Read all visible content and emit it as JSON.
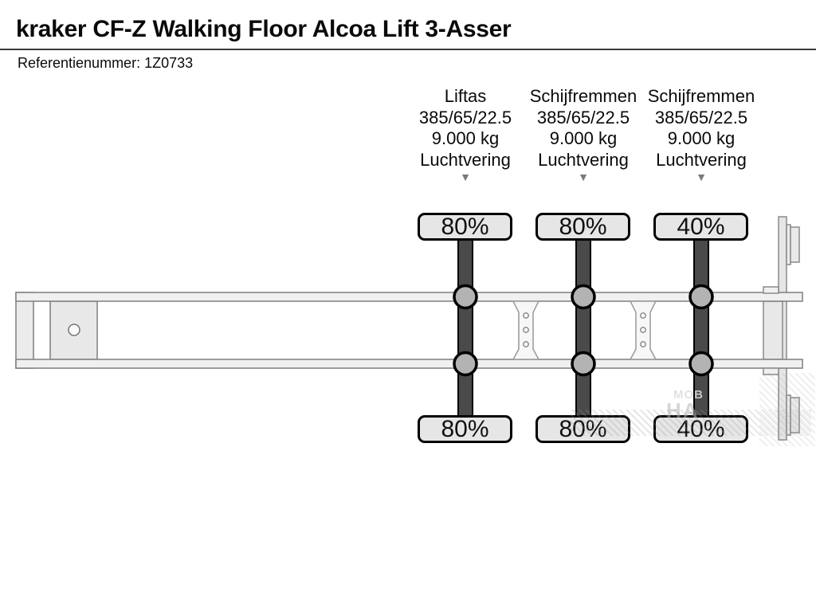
{
  "header": {
    "title": "kraker CF-Z Walking Floor Alcoa Lift 3-Asser",
    "reference": "Referentienummer: 1Z0733"
  },
  "axles": [
    {
      "info_lines": [
        "Liftas",
        "385/65/22.5",
        "9.000 kg",
        "Luchtvering"
      ],
      "top_load": "80%",
      "bottom_load": "80%"
    },
    {
      "info_lines": [
        "Schijfremmen",
        "385/65/22.5",
        "9.000 kg",
        "Luchtvering"
      ],
      "top_load": "80%",
      "bottom_load": "80%"
    },
    {
      "info_lines": [
        "Schijfremmen",
        "385/65/22.5",
        "9.000 kg",
        "Luchtvering"
      ],
      "top_load": "40%",
      "bottom_load": "40%"
    }
  ],
  "icons": {
    "axle_arrow": "▼"
  },
  "watermark": {
    "fragments": [
      "МОВ",
      "НА"
    ]
  },
  "colors": {
    "tire_fill": "#e6e6e6",
    "shaft_fill": "#4a4a4a",
    "hub_fill": "#b3b3b3",
    "rail_fill": "#f0f0f0",
    "plate_fill": "#f7f7f7",
    "chassis_stroke": "#7f7f7f",
    "outline": "#000000",
    "arrow": "#7a7a7a"
  }
}
